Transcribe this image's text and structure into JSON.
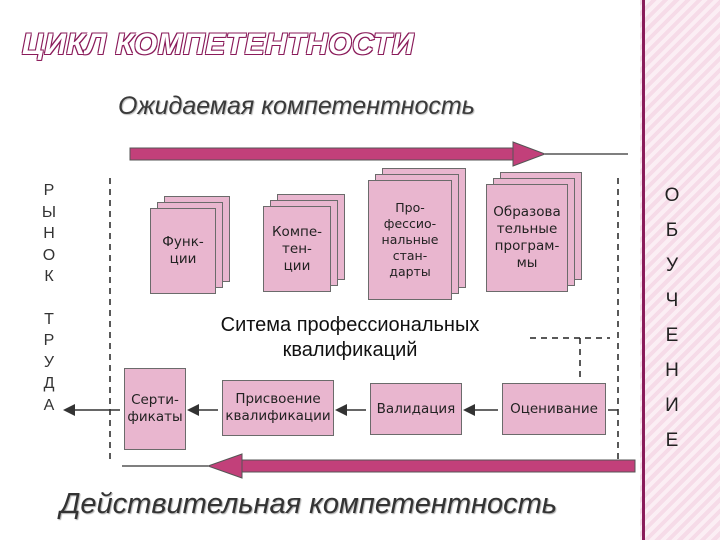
{
  "title": "ЦИКЛ КОМПЕТЕНТНОСТИ",
  "subtitle": "Ожидаемая  компетентность",
  "bottom_text": "Действительная компетентность",
  "left_column": [
    "Р",
    "Ы",
    "Н",
    "О",
    "К",
    "",
    "Т",
    "Р",
    "У",
    "Д",
    "А"
  ],
  "right_column": [
    "О",
    "Б",
    "У",
    "Ч",
    "Е",
    "Н",
    "И",
    "Е"
  ],
  "top_stacks": [
    {
      "label": "Функ-\nции"
    },
    {
      "label": "Компе-\nтен-\nции"
    },
    {
      "label": "Про-\nфессио-\nнальные\nстан-\nдарты"
    },
    {
      "label": "Образова\nтельные\nпрограм-\nмы"
    }
  ],
  "center_text": "Ситема профессиональных\nквалификаций",
  "bottom_boxes": [
    {
      "label": "Серти-\nфикаты"
    },
    {
      "label": "Присвоение\nквалификации"
    },
    {
      "label": "Валидация"
    },
    {
      "label": "Оценивание"
    }
  ],
  "colors": {
    "card_fill": "#e9b6cf",
    "arrow": "#c2407a",
    "title_outline": "#8a1b5a",
    "right_border": "#8a1b5a"
  },
  "icons": [
    "right-arrow-top",
    "left-arrow-bottom"
  ]
}
